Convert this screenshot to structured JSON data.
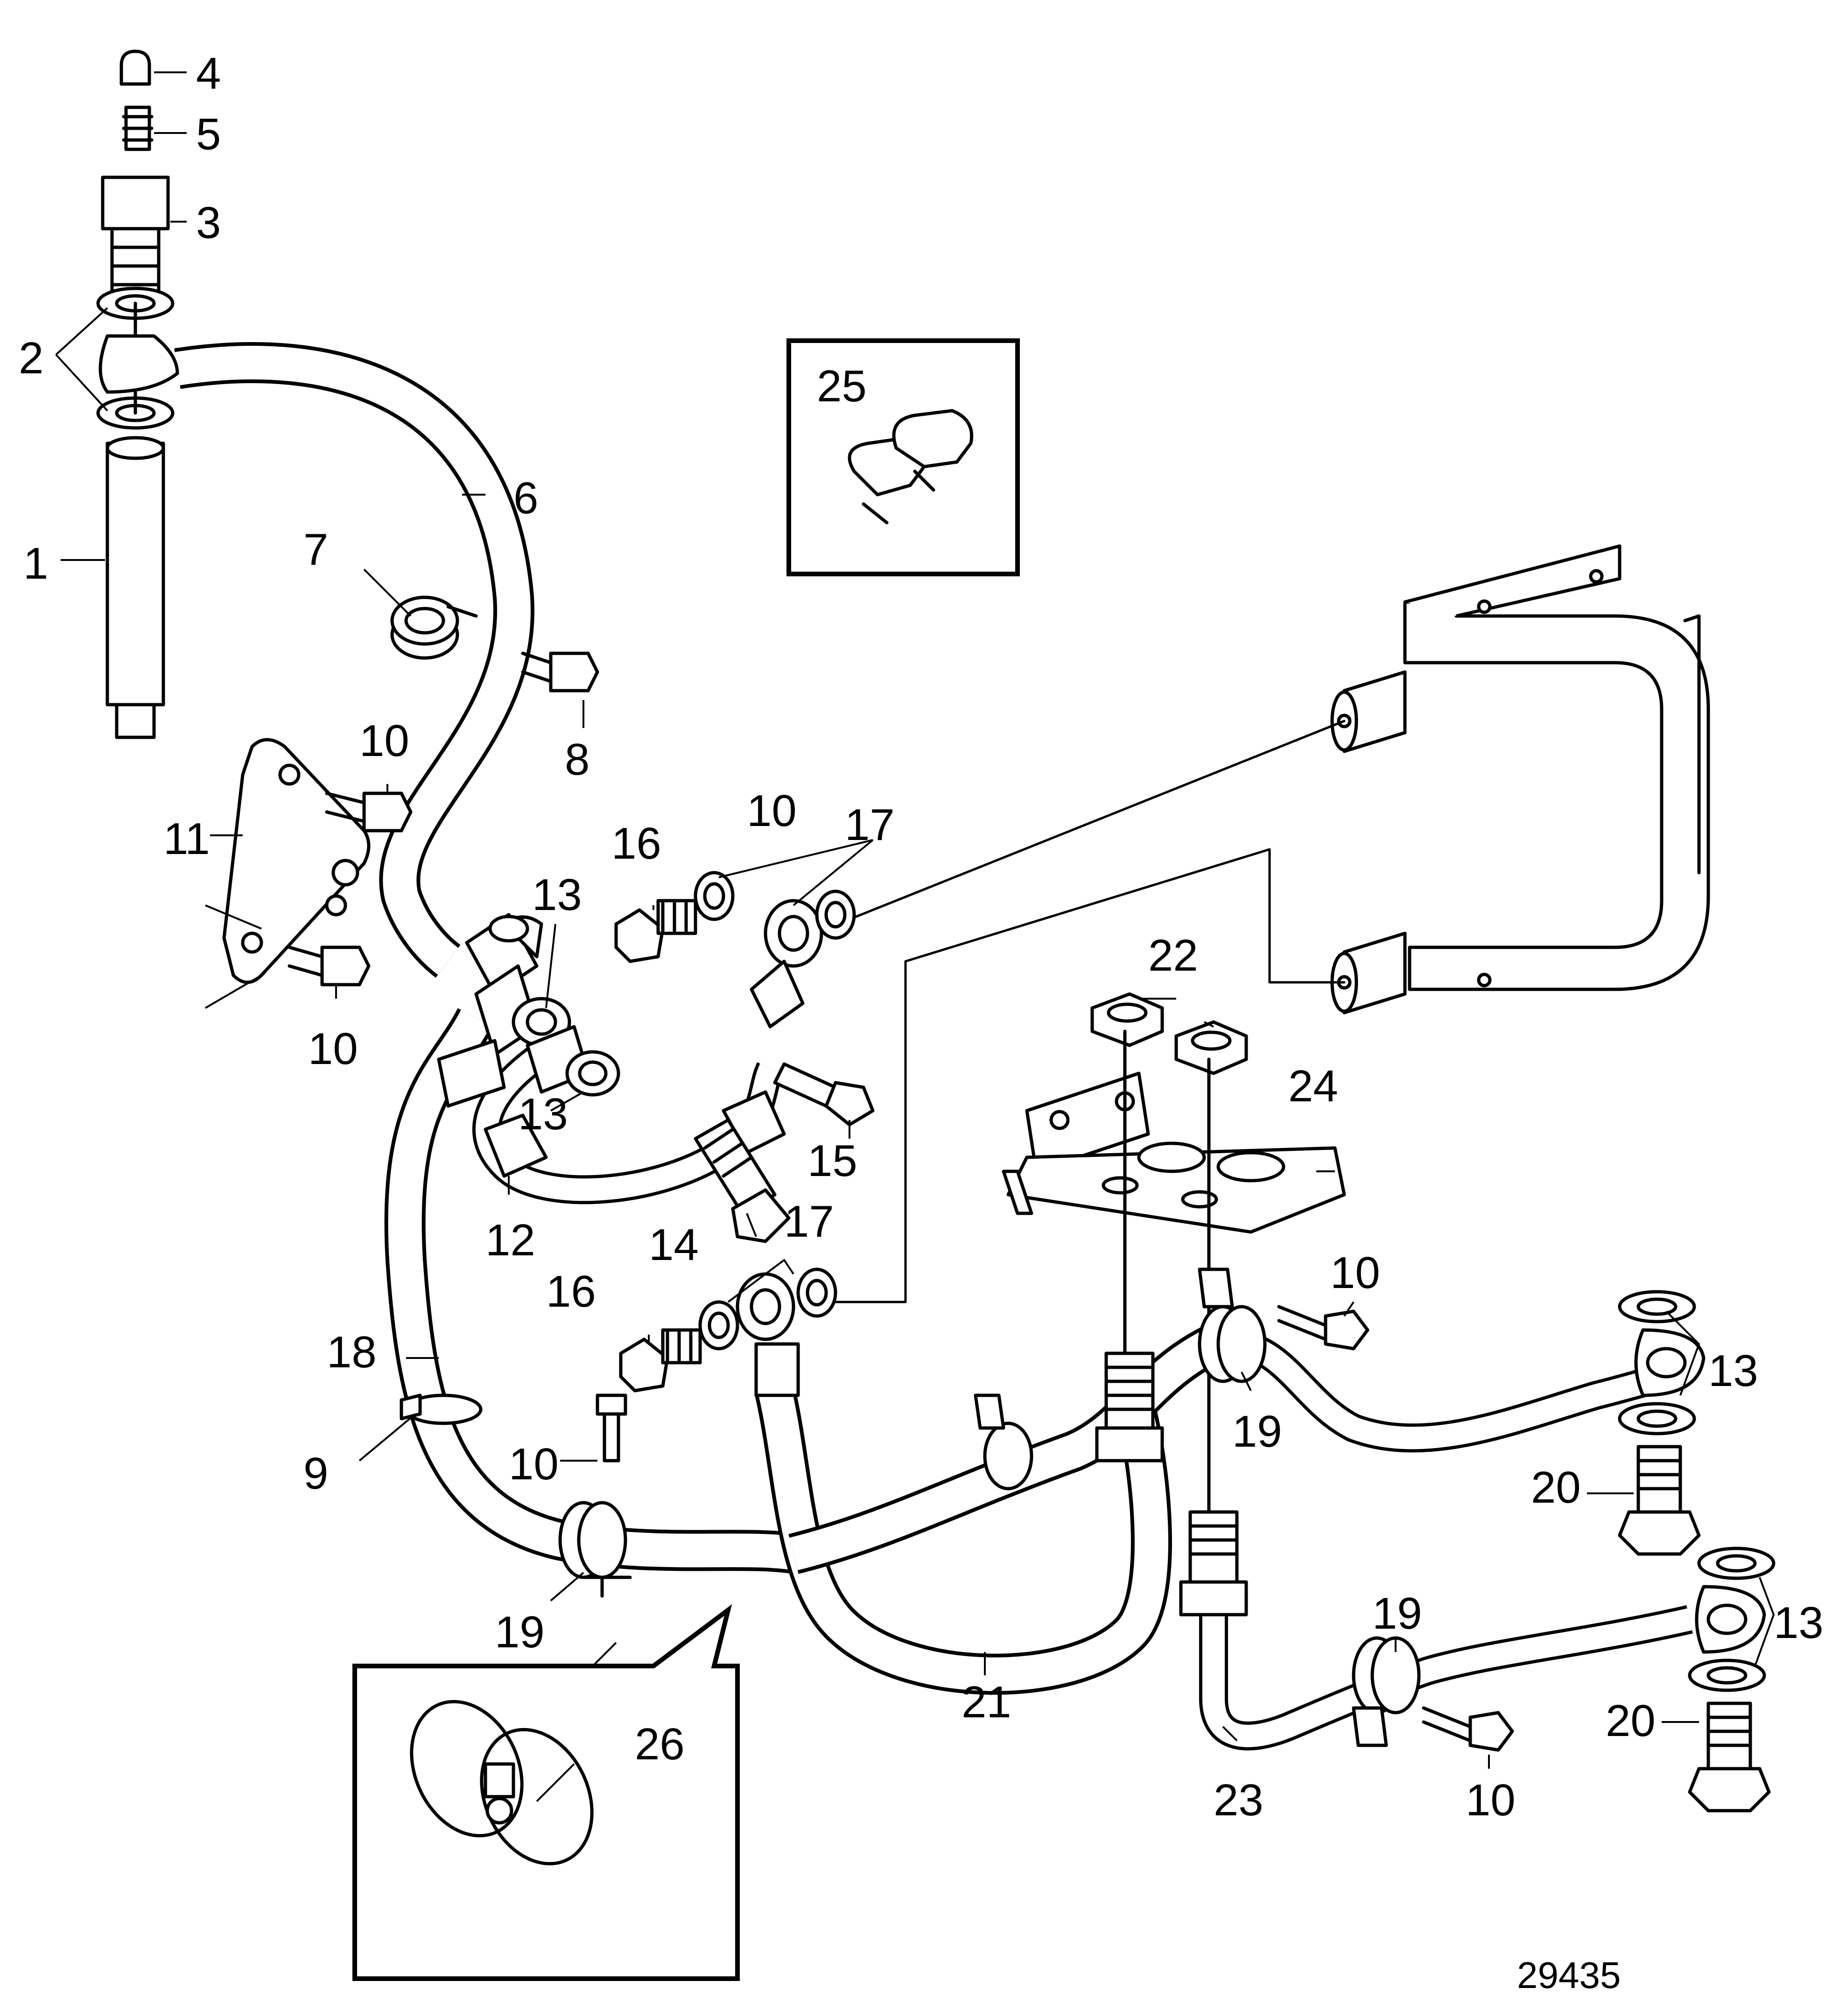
{
  "figure": {
    "id_label": "29435",
    "callouts": {
      "c1": "1",
      "c2": "2",
      "c3": "3",
      "c4": "4",
      "c5": "5",
      "c6": "6",
      "c7": "7",
      "c8": "8",
      "c9": "9",
      "c10a": "10",
      "c10b": "10",
      "c10c": "10",
      "c10d": "10",
      "c10e": "10",
      "c10f": "10",
      "c11": "11",
      "c12": "12",
      "c13a": "13",
      "c13b": "13",
      "c13c": "13",
      "c13d": "13",
      "c14": "14",
      "c15": "15",
      "c16a": "16",
      "c16b": "16",
      "c17a": "17",
      "c17b": "17",
      "c18": "18",
      "c19a": "19",
      "c19b": "19",
      "c19c": "19",
      "c20a": "20",
      "c20b": "20",
      "c21": "21",
      "c22": "22",
      "c23": "23",
      "c24": "24",
      "c25": "25",
      "c26": "26"
    }
  }
}
